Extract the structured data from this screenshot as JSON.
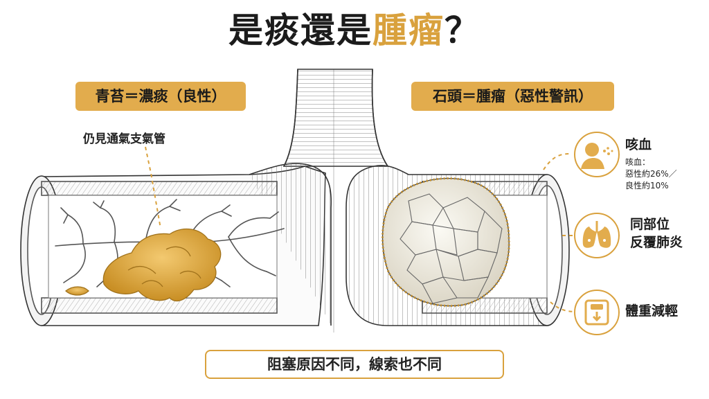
{
  "title": {
    "part1": "是痰還是",
    "part2": "腫瘤",
    "part3": "？"
  },
  "left": {
    "header": "青苔＝濃痰（良性）",
    "note": "仍見通氣支氣管"
  },
  "right": {
    "header": "石頭＝腫瘤（惡性警訊）",
    "signs": [
      {
        "icon": "coughing-person-icon",
        "label": "咳血",
        "detail": [
          "咳血：",
          "惡性約26%／",
          "良性約10%"
        ]
      },
      {
        "icon": "lungs-icon",
        "label_lines": [
          "同部位",
          "反覆肺炎"
        ]
      },
      {
        "icon": "weight-scale-icon",
        "label": "體重減輕"
      }
    ]
  },
  "footer": "阻塞原因不同，線索也不同",
  "colors": {
    "accent": "#e2ac4d",
    "accent_border": "#d9a13d",
    "mucus": "#e0a93f",
    "text": "#1b1b1b"
  }
}
